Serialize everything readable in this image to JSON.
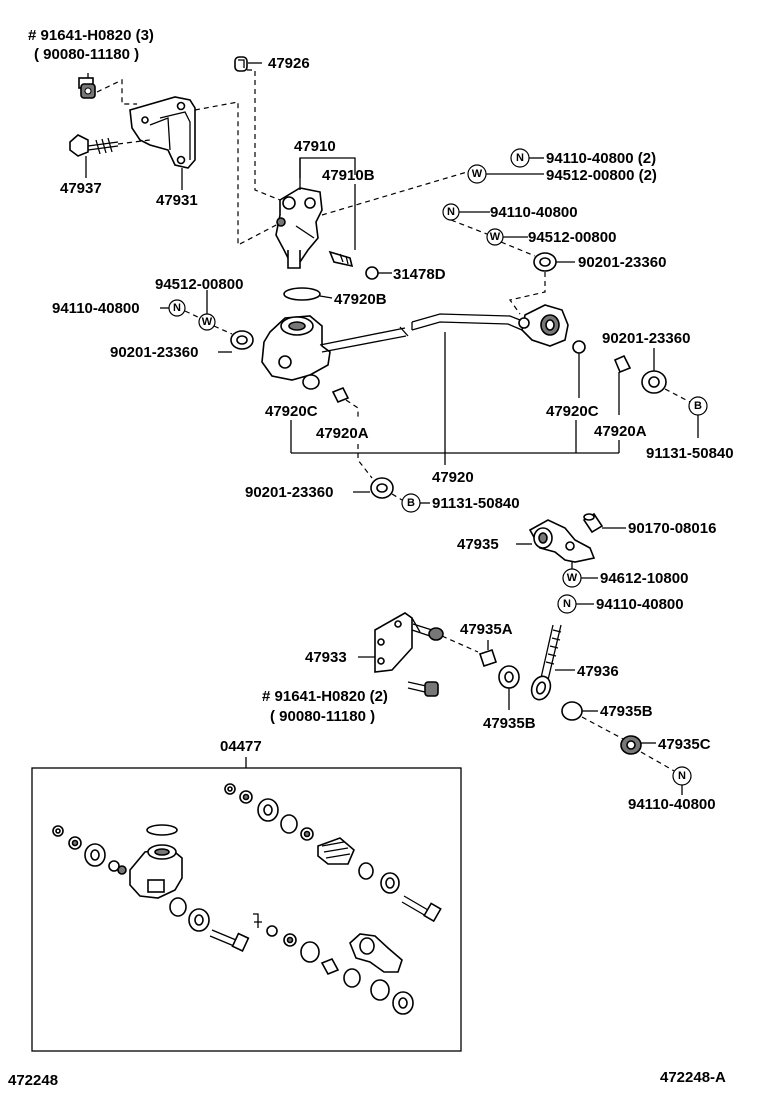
{
  "diagram": {
    "labels": {
      "p91641_top": "# 91641-H0820 (3)",
      "p90080_top": "( 90080-11180 )",
      "p47926": "47926",
      "p47937": "47937",
      "p47931": "47931",
      "p47910": "47910",
      "p47910b": "47910B",
      "p94110_40800_2": "94110-40800 (2)",
      "p94512_00800_2": "94512-00800 (2)",
      "p94110_a": "94110-40800",
      "p94512_a": "94512-00800",
      "p90201_a": "90201-23360",
      "p31478d": "31478D",
      "p47920b": "47920B",
      "p94512_b": "94512-00800",
      "p94110_b": "94110-40800",
      "p90201_b": "90201-23360",
      "p90201_c": "90201-23360",
      "p47920c_l": "47920C",
      "p47920a_l": "47920A",
      "p47920c_r": "47920C",
      "p47920a_r": "47920A",
      "p91131_r": "91131-50840",
      "p47920": "47920",
      "p90201_d": "90201-23360",
      "p91131_d": "91131-50840",
      "p47935": "47935",
      "p90170": "90170-08016",
      "p94612": "94612-10800",
      "p94110_c": "94110-40800",
      "p47933": "47933",
      "p47935a": "47935A",
      "p47936": "47936",
      "p91641_bot": "# 91641-H0820 (2)",
      "p90080_bot": "( 90080-11180 )",
      "p47935b_l": "47935B",
      "p47935b_r": "47935B",
      "p47935c": "47935C",
      "p94110_d": "94110-40800",
      "p04477": "04477",
      "footer_left": "472248",
      "footer_right": "472248-A"
    },
    "symbols": {
      "nut": "N",
      "washer": "W",
      "bolt": "B"
    }
  }
}
